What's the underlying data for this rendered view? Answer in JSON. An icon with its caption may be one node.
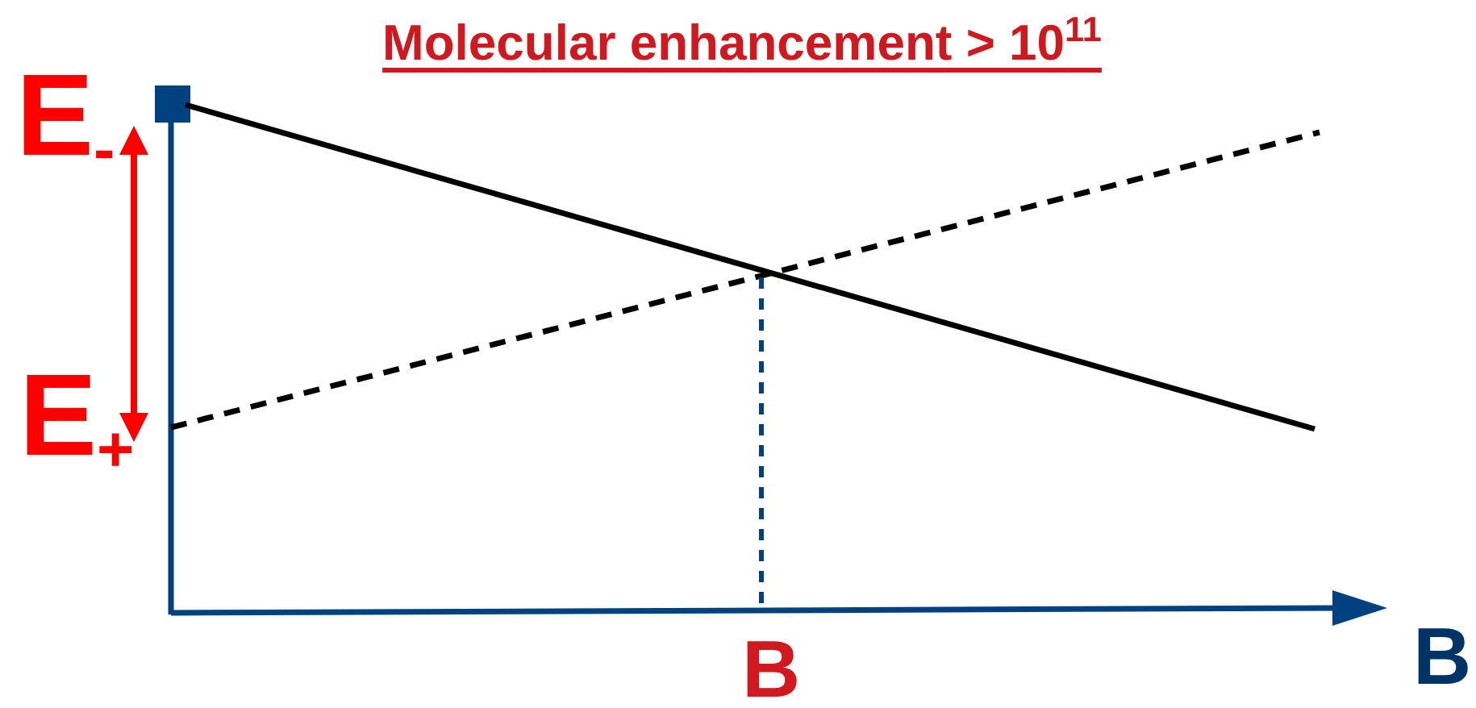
{
  "diagram": {
    "title": "Molecular enhancement > 10$^{11}$",
    "labels": [
      "E$_{-}$",
      "E$_{+}$",
      "B",
      "B"
    ]
  }
}
